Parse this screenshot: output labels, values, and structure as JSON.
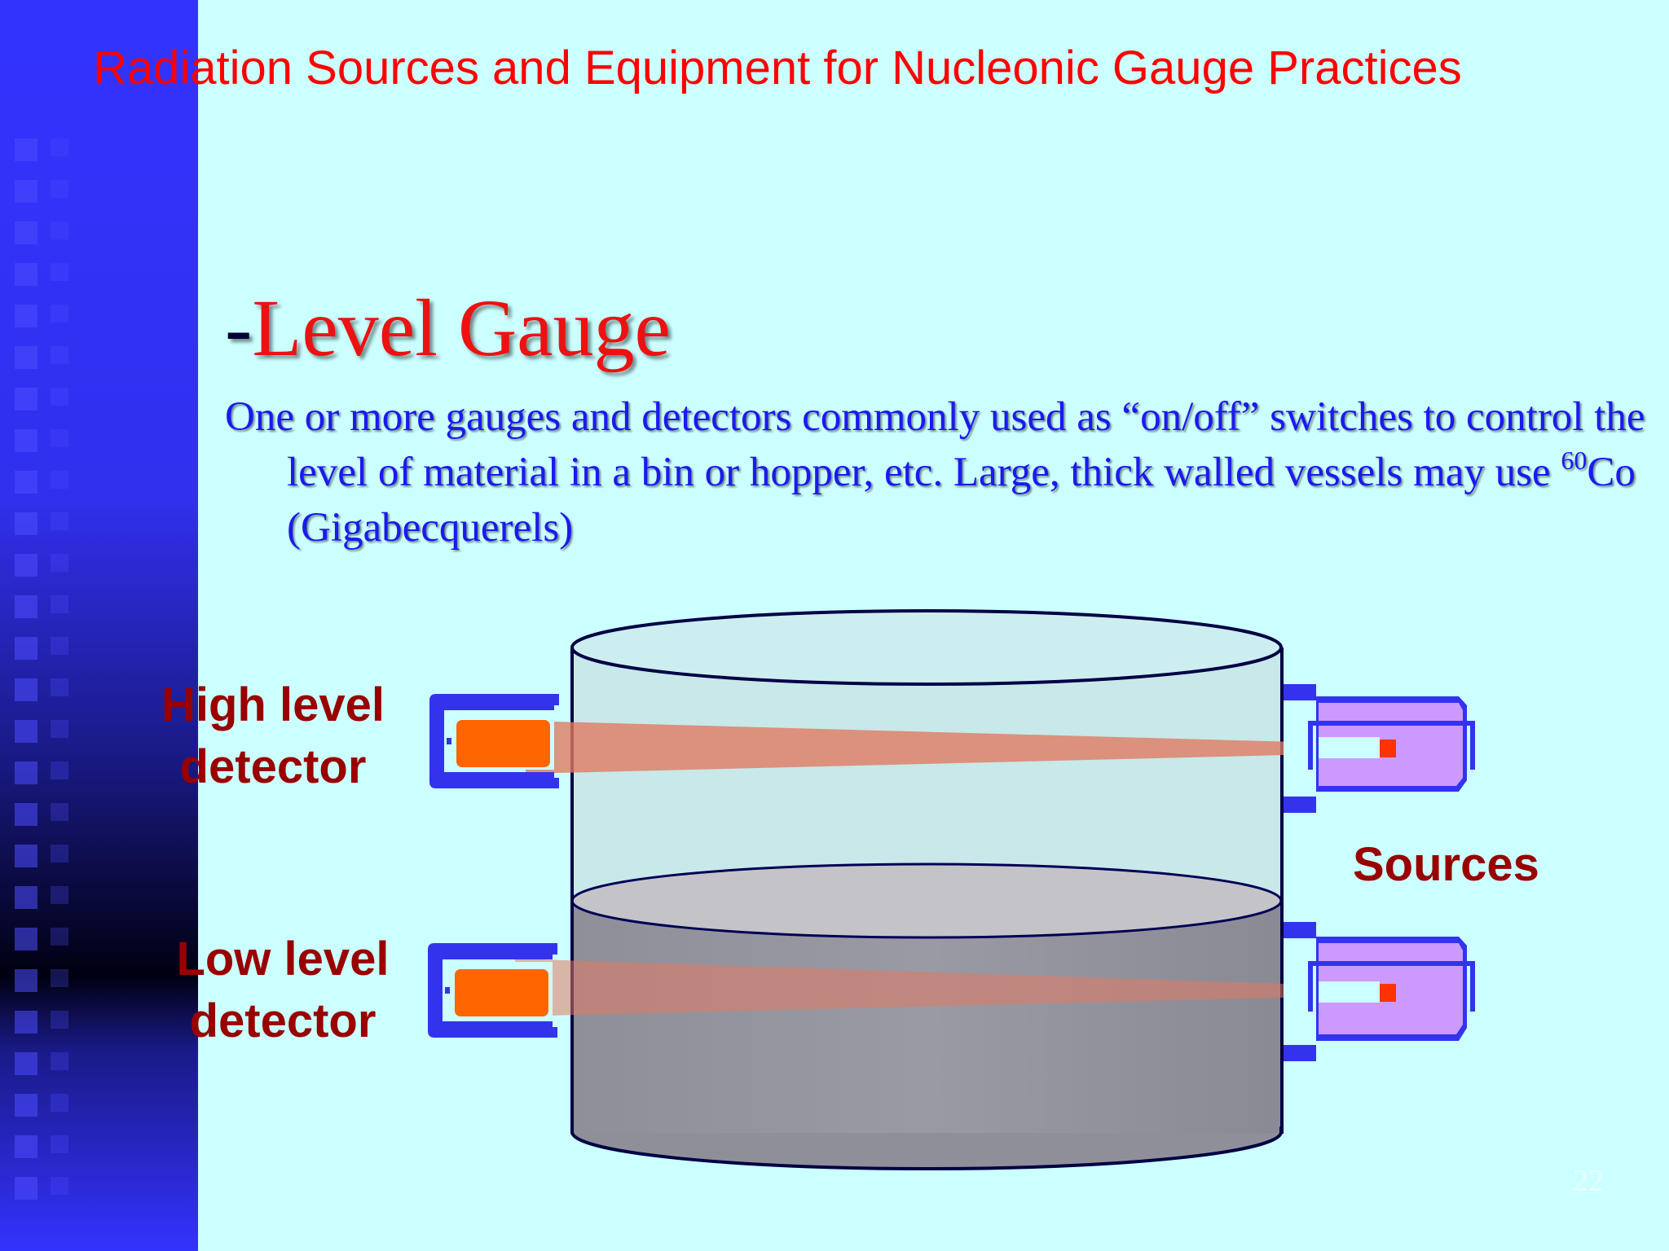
{
  "slide": {
    "header_title": "Radiation Sources and Equipment for Nucleonic Gauge Practices",
    "section_title_dash": "-",
    "section_title": "Level Gauge",
    "body_part1": "One or more gauges and detectors commonly used as “on/off” switches to control the level of material in a bin or hopper, etc.  Large, thick walled vessels may use ",
    "body_sup": "60",
    "body_part2": "Co (Gigabecquerels)",
    "page_number": "22"
  },
  "diagram": {
    "high_detector_line1": "High level",
    "high_detector_line2": "detector",
    "low_detector_line1": "Low level",
    "low_detector_line2": "detector",
    "sources_label": "Sources"
  },
  "colors": {
    "background": "#ccffff",
    "band": "#3333ff",
    "header_text": "#ff0000",
    "title_text": "#ee1111",
    "body_text": "#1a1aee",
    "label_text": "#990000",
    "detector_frame": "#3333ee",
    "detector_crystal": "#ff6600",
    "source_housing": "#cc99ff",
    "beam": "#e8826a",
    "material": "#999999"
  }
}
